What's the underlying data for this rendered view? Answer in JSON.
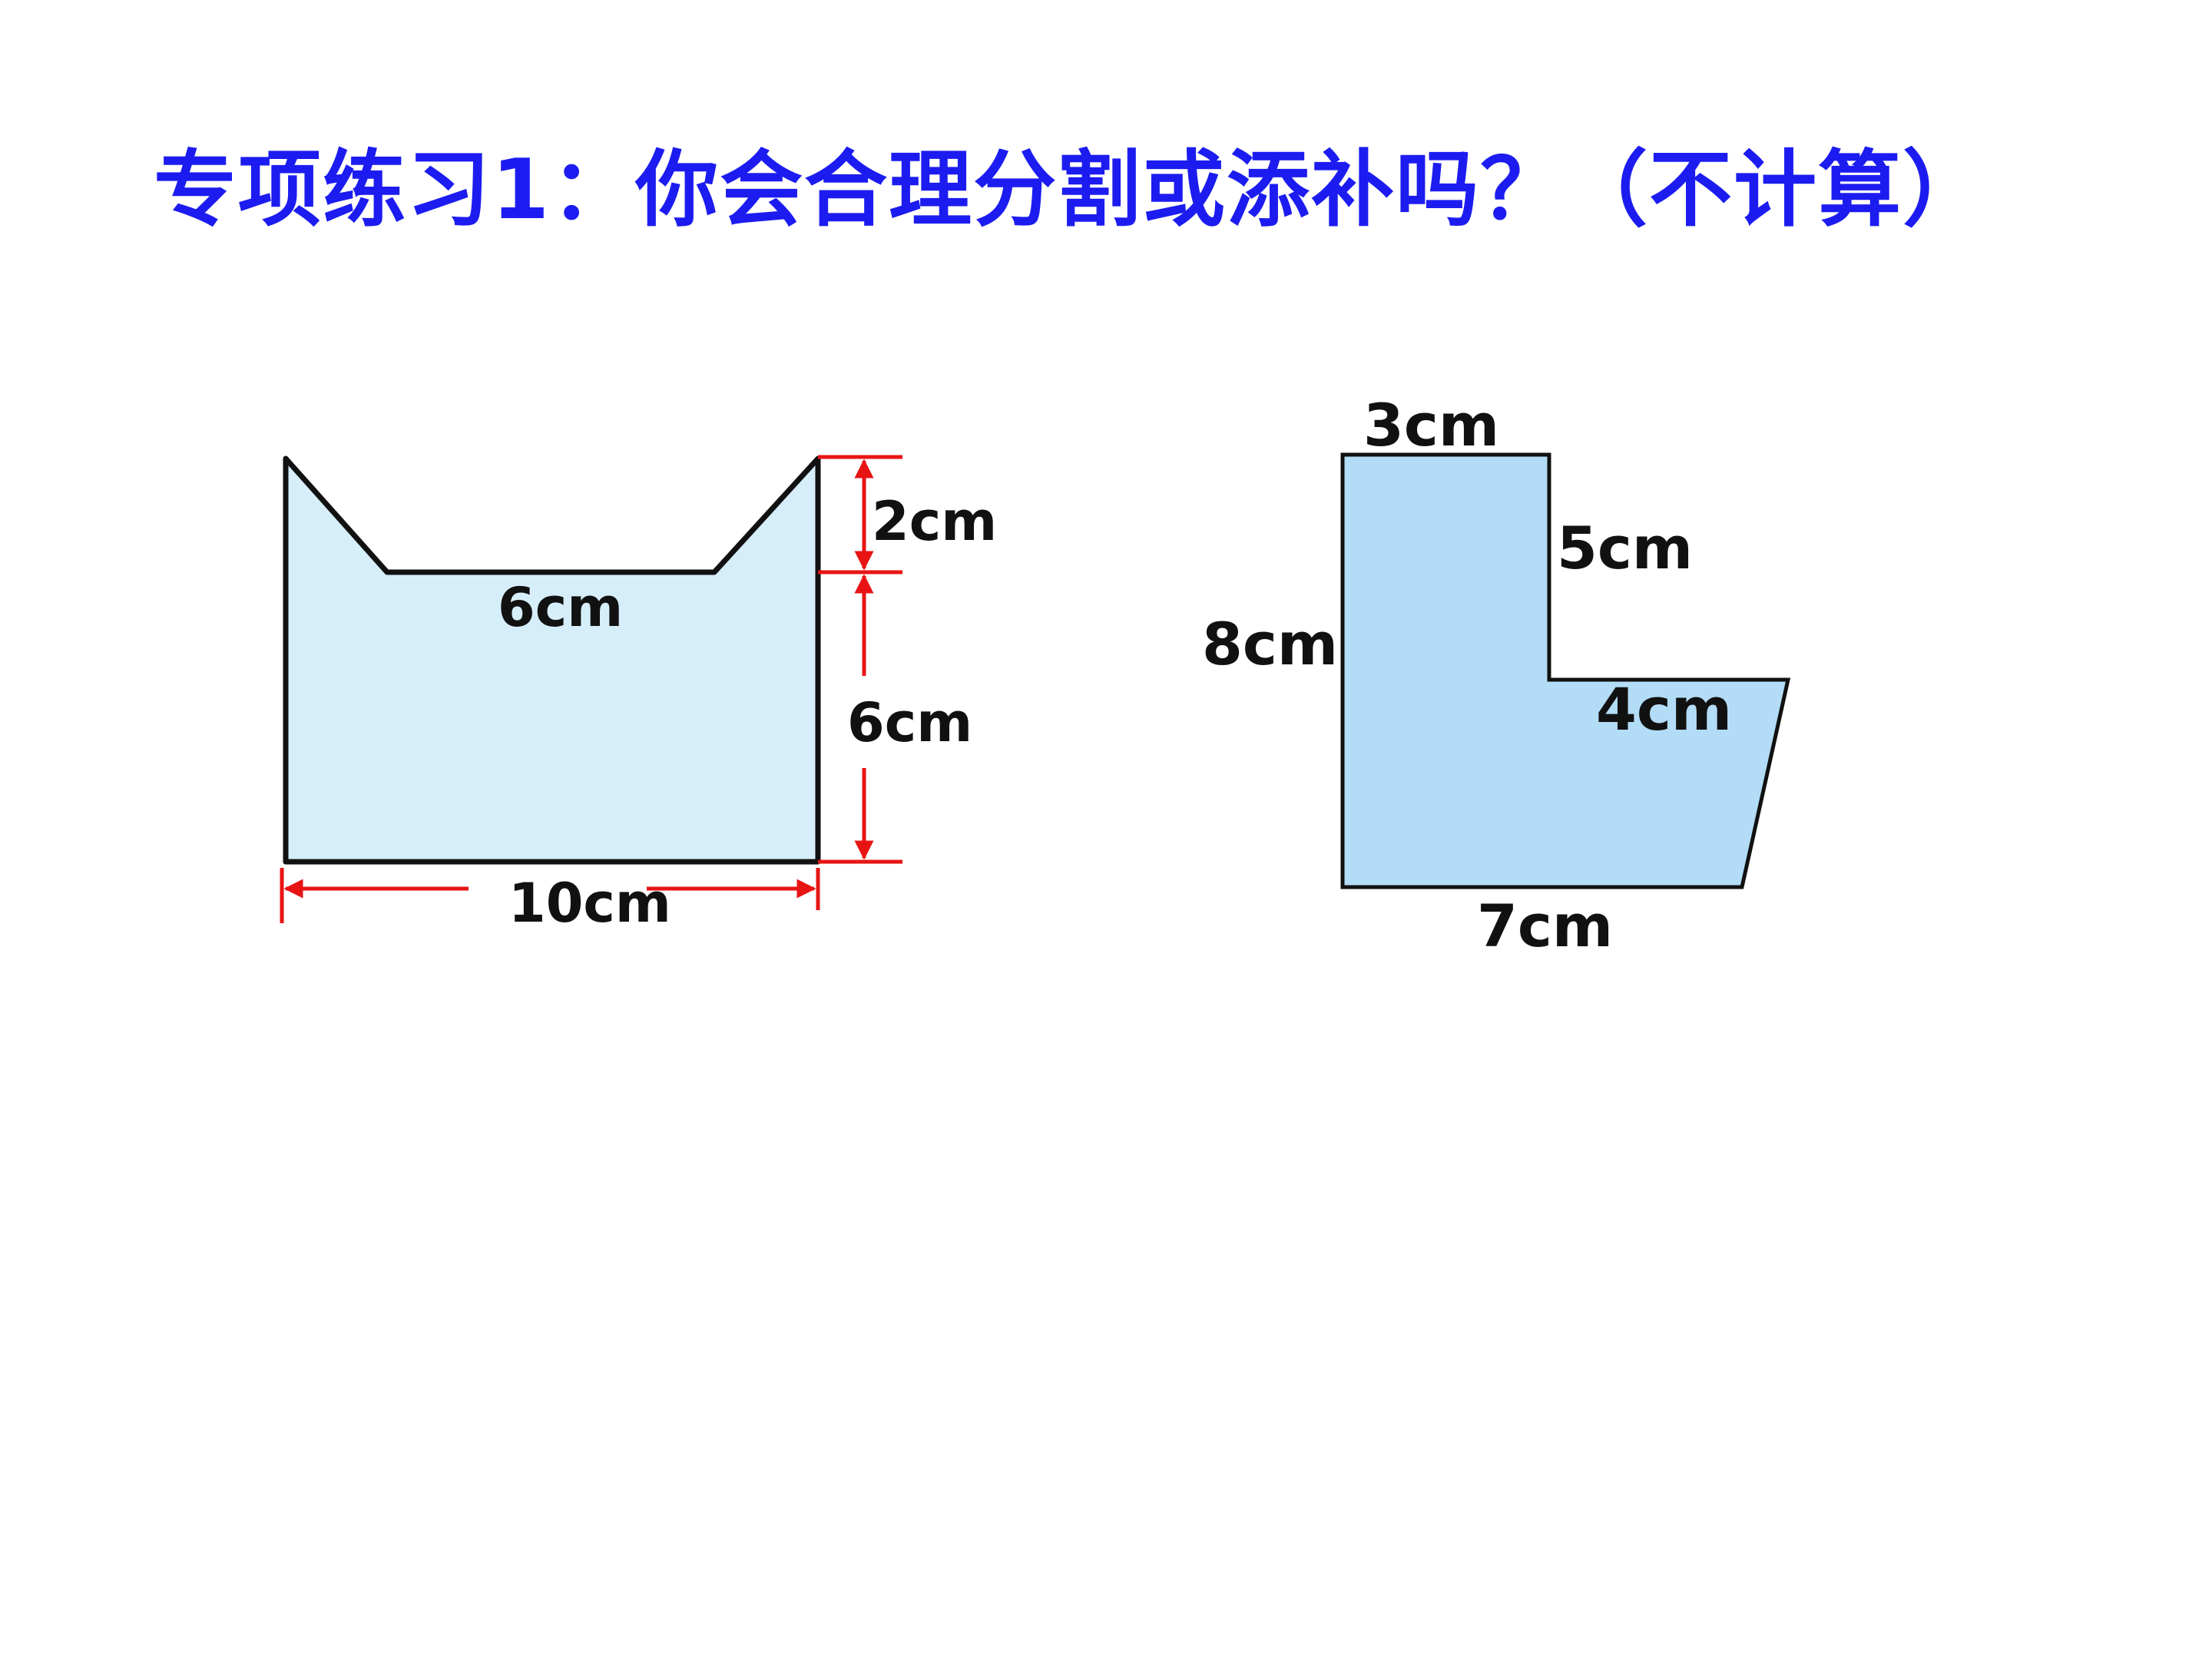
{
  "title": "专项练习1：你会合理分割或添补吗？（不计算）",
  "colors": {
    "title": "#1c1cf0",
    "cat_fill": "#d6eefa",
    "l_fill": "#b3dcf6",
    "outline": "#111111",
    "dimension_lines": "#e81414"
  },
  "figure_cat": {
    "labels": {
      "top_edge": "6cm",
      "ear_height": "2cm",
      "body_height": "6cm",
      "bottom_width": "10cm"
    }
  },
  "figure_l": {
    "labels": {
      "top_width": "3cm",
      "inner_height": "5cm",
      "left_height": "8cm",
      "step_width": "4cm",
      "bottom_width": "7cm"
    }
  }
}
